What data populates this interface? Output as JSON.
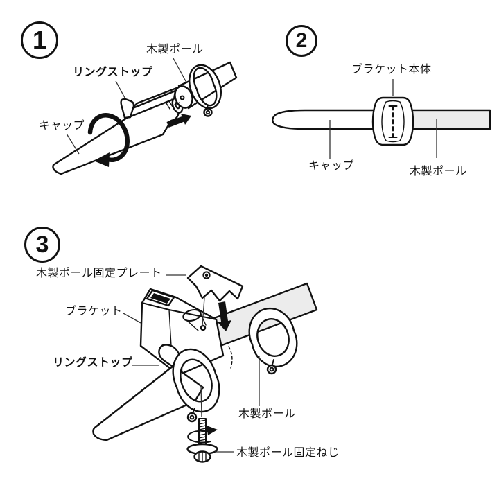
{
  "diagram": {
    "type": "assembly-instructions",
    "language": "ja",
    "colors": {
      "line": "#111111",
      "pole_fill": "#ececec",
      "background": "#ffffff"
    },
    "steps": [
      {
        "number": "1",
        "labels": {
          "pole": "木製ポール",
          "ring_stop": "リングストップ",
          "cap": "キャップ"
        },
        "icons": [
          "rotate-arrow",
          "insert-right-arrow"
        ]
      },
      {
        "number": "2",
        "labels": {
          "bracket_body": "ブラケット本体",
          "cap": "キャップ",
          "pole": "木製ポール"
        },
        "icons": []
      },
      {
        "number": "3",
        "labels": {
          "fixing_plate": "木製ポール固定プレート",
          "bracket": "ブラケット",
          "ring_stop": "リングストップ",
          "pole": "木製ポール",
          "fixing_screw": "木製ポール固定ねじ"
        },
        "icons": [
          "down-arrow",
          "screw-rotate-arrow"
        ]
      }
    ]
  }
}
